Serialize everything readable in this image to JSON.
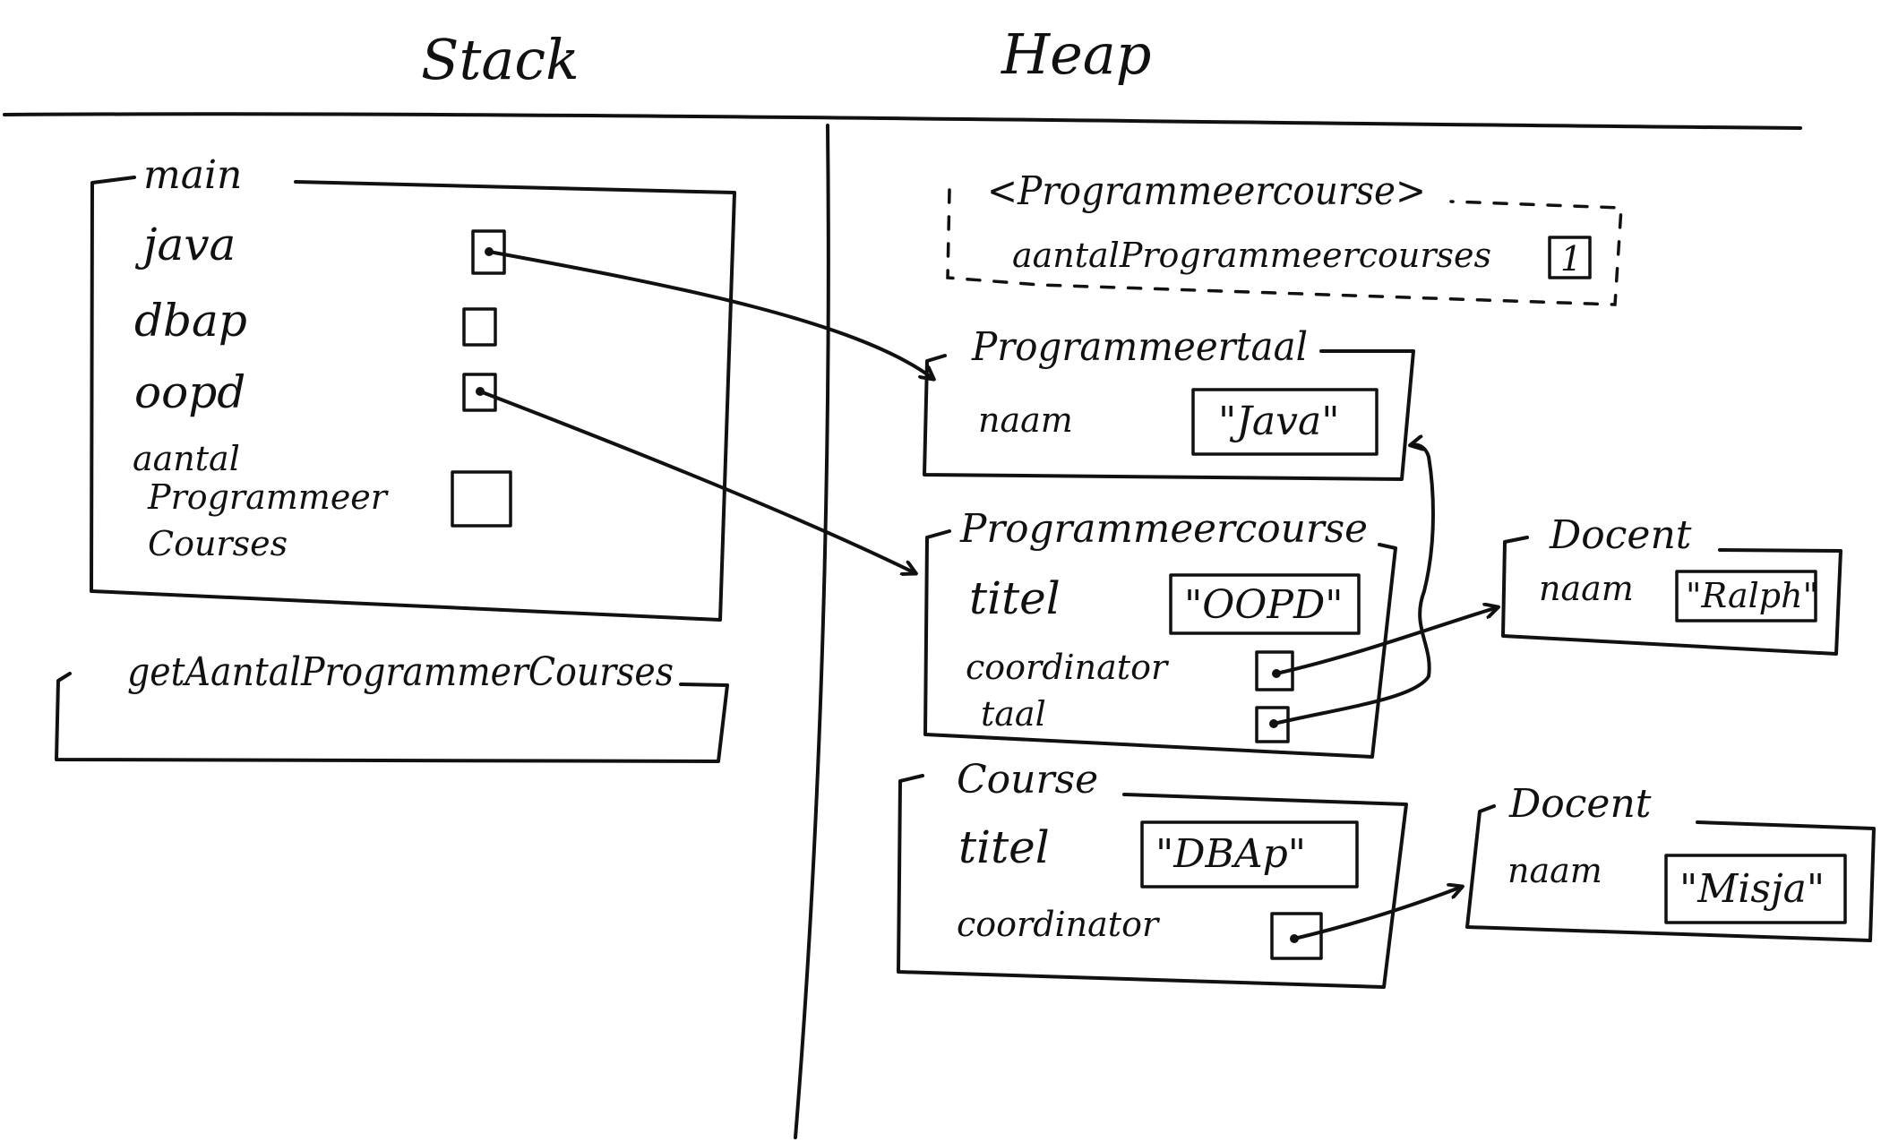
{
  "headers": {
    "stack": "Stack",
    "heap": "Heap"
  },
  "stack": {
    "main": {
      "label": "main",
      "vars": {
        "java": "java",
        "dbap": "dbap",
        "oopd": "oopd",
        "aantal_line1": "aantal",
        "aantal_line2": "Programmeer",
        "aantal_line3": "Courses"
      }
    },
    "get_frame": {
      "label": "getAantalProgrammerCourses"
    }
  },
  "heap": {
    "static_box": {
      "label": "<Programmeercourse>",
      "field": "aantalProgrammeercourses",
      "value": "1"
    },
    "programmeertaal": {
      "label": "Programmeertaal",
      "field_naam": "naam",
      "naam_value": "\"Java\""
    },
    "programmeercourse": {
      "label": "Programmeercourse",
      "field_titel": "titel",
      "titel_value": "\"OOPD\"",
      "field_coordinator": "coordinator",
      "field_taal": "taal"
    },
    "docent_ralph": {
      "label": "Docent",
      "field_naam": "naam",
      "naam_value": "\"Ralph\""
    },
    "course": {
      "label": "Course",
      "field_titel": "titel",
      "titel_value": "\"DBAp\"",
      "field_coordinator": "coordinator"
    },
    "docent_misja": {
      "label": "Docent",
      "field_naam": "naam",
      "naam_value": "\"Misja\""
    }
  }
}
